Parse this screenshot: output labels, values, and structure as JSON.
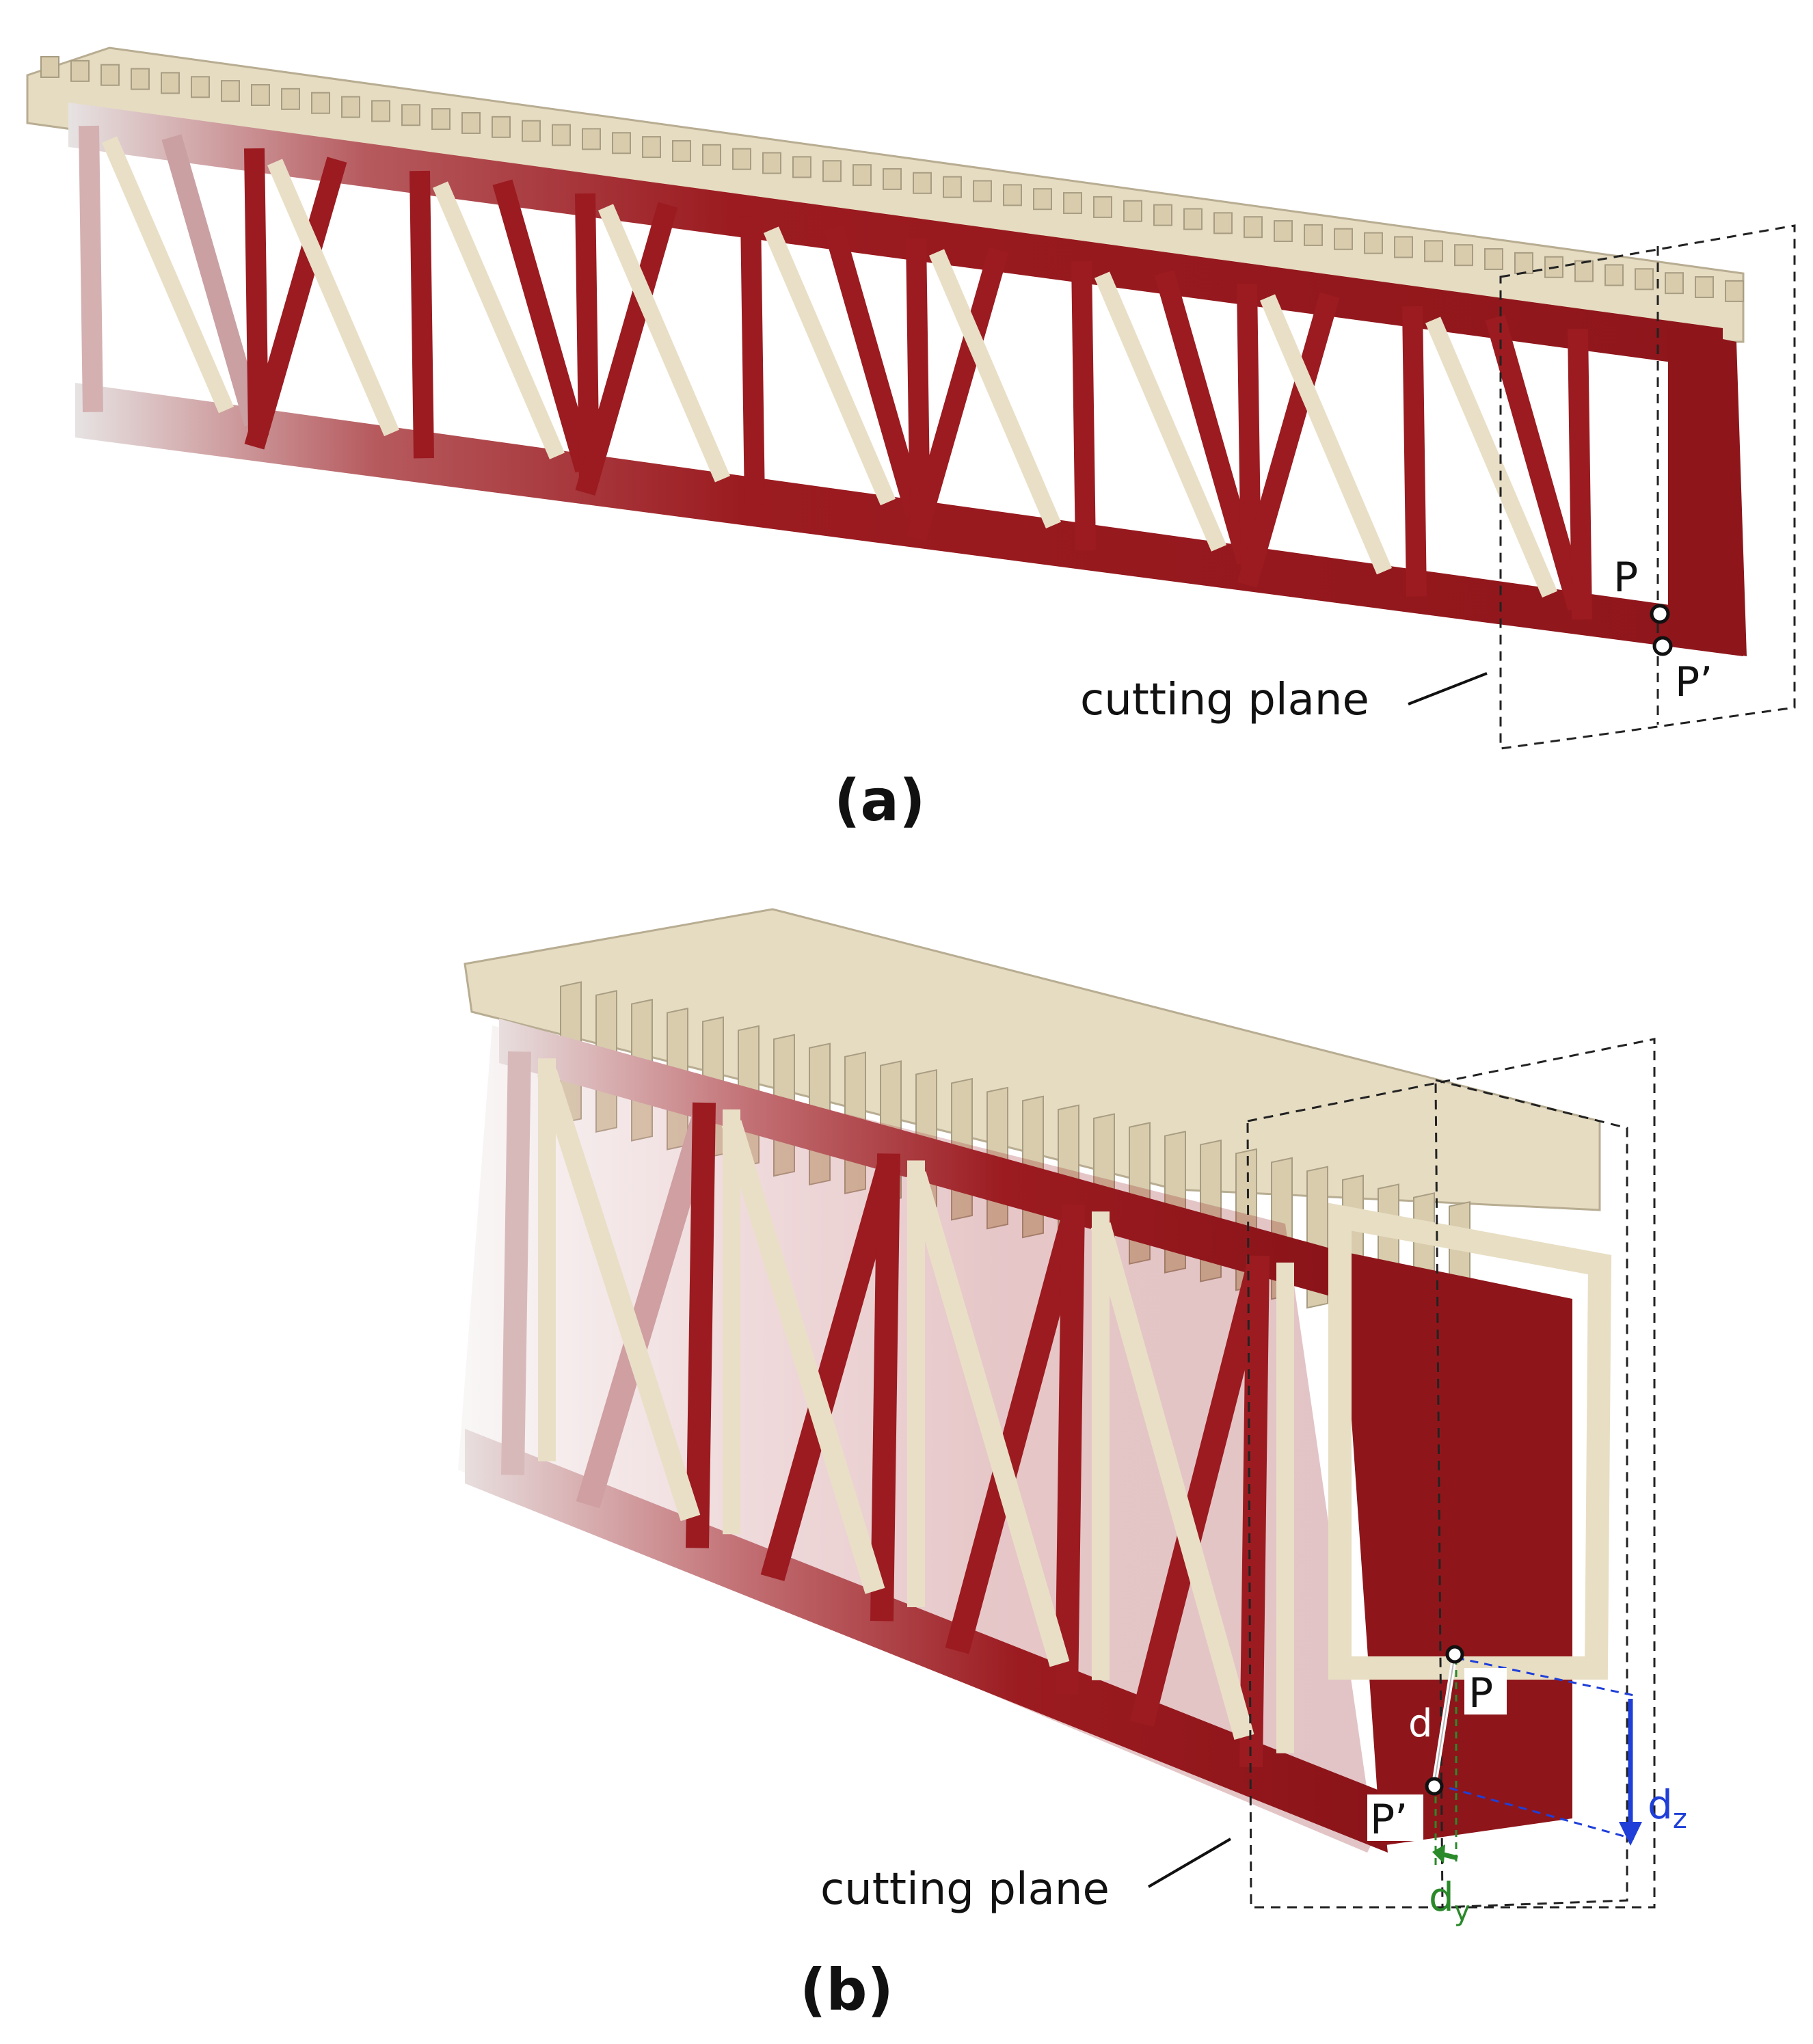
{
  "panel_a": {
    "caption": "(a)",
    "plane_label": "cutting plane",
    "point_label": "P",
    "point_prime_label": "P’"
  },
  "panel_b": {
    "caption": "(b)",
    "plane_label": "cutting plane",
    "point_label": "P",
    "point_prime_label": "P’",
    "displacement_label": "d",
    "dz_label": "d",
    "dz_sub": "z",
    "dy_label": "d",
    "dy_sub": "y"
  },
  "colors": {
    "steel_red": "#9b1b20",
    "steel_red_light": "#c98a8c",
    "beam_cream": "#e9dfc6",
    "beam_cream_shade": "#c9bfa4",
    "dz_blue": "#1f3fd8",
    "dy_green": "#2a8a2a",
    "plane_dash": "#222222"
  }
}
